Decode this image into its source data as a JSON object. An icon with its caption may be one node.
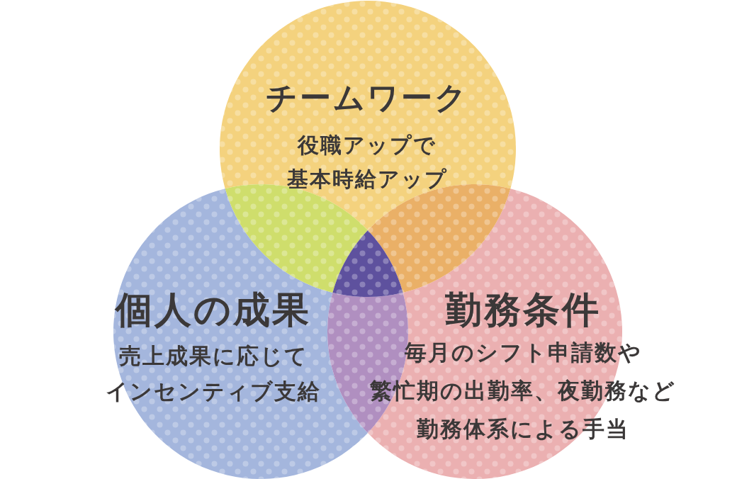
{
  "diagram": {
    "nodes": [
      {
        "text": [
          "チームワーク",
          "役職アップで基本時給アップ"
        ]
      },
      {
        "text": [
          "個人の成果",
          "売上成果に応じてインセンティブ支給"
        ]
      },
      {
        "text": [
          "勤務条件",
          "毎月のシフト申請数や繁忙期の出勤率、夜勤務など勤務体系による手当"
        ]
      }
    ]
  }
}
